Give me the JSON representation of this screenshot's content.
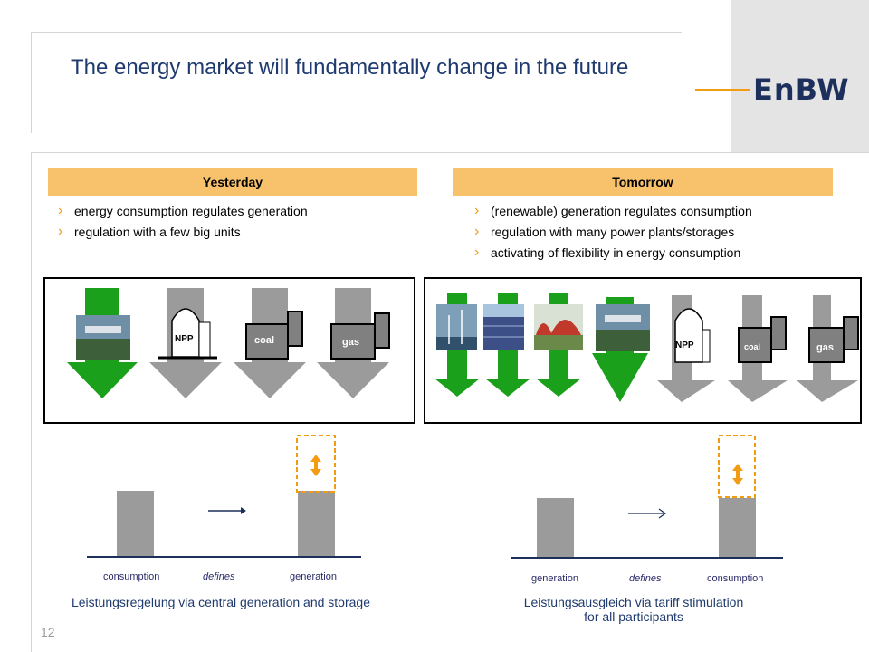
{
  "title": "The energy market will fundamentally change in the future",
  "logo": "EnBW",
  "page_number": "12",
  "colors": {
    "accent": "#f8c16b",
    "green": "#1aa01a",
    "grey": "#9b9b9b",
    "orange": "#f39c12"
  },
  "left": {
    "header": "Yesterday",
    "bullets": [
      "energy consumption regulates generation",
      "regulation with a few big units"
    ],
    "plant_labels": {
      "npp": "NPP",
      "coal": "coal",
      "gas": "gas"
    },
    "diagram": {
      "consumption": "consumption",
      "defines": "defines",
      "generation": "generation"
    },
    "caption": "Leistungsregelung via central generation and storage"
  },
  "right": {
    "header": "Tomorrow",
    "bullets": [
      "(renewable) generation regulates consumption",
      "regulation with many power plants/storages",
      "activating of flexibility in energy consumption"
    ],
    "plant_labels": {
      "npp": "NPP",
      "coal": "coal",
      "gas": "gas"
    },
    "diagram": {
      "generation": "generation",
      "defines": "defines",
      "consumption": "consumption"
    },
    "caption_line1": "Leistungsausgleich via tariff stimulation",
    "caption_line2": "for all participants"
  }
}
